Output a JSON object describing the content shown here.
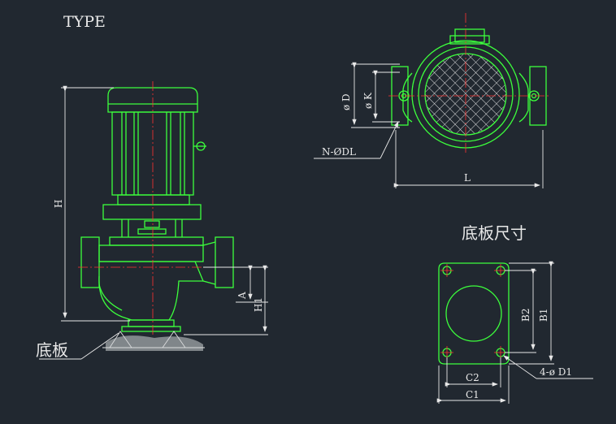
{
  "labels": {
    "type": "TYPE",
    "base_plate": "底板",
    "base_plate_dims": "底板尺寸",
    "h": "H",
    "h1": "H1",
    "a": "A",
    "d": "ø D",
    "k": "ø K",
    "n_dl": "N-ØDL",
    "l": "L",
    "b1": "B1",
    "b2": "B2",
    "c1": "C1",
    "c2": "C2",
    "d1_holes": "4-ø D1"
  },
  "colors": {
    "background": "#212830",
    "outline": "#3cff3c",
    "centerline": "#ff3232",
    "dimension": "#e8e8e8"
  }
}
